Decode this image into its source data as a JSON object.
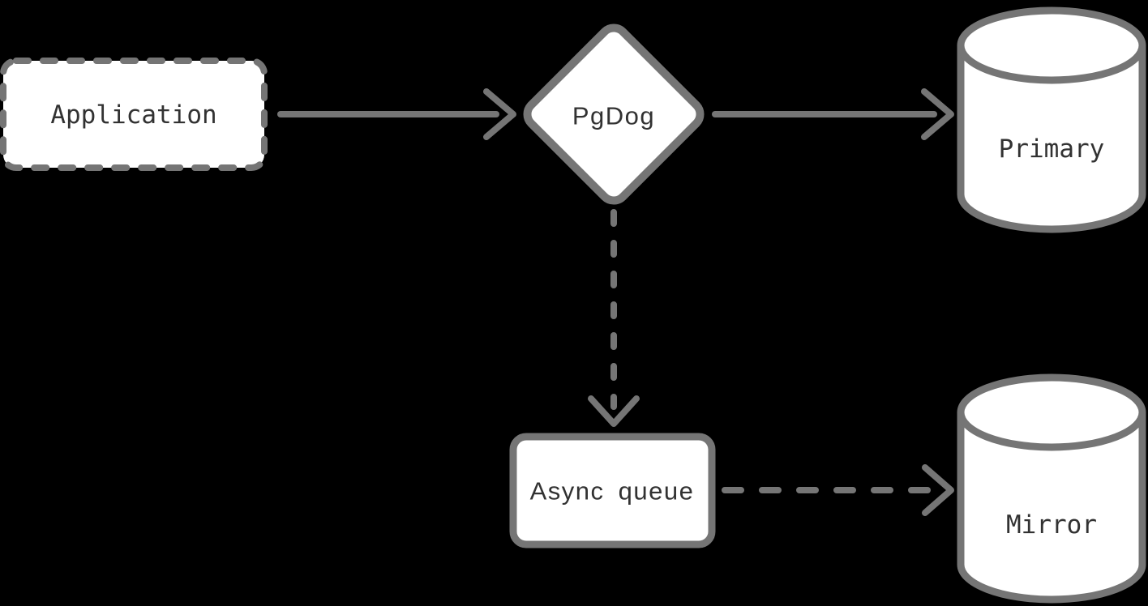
{
  "diagram": {
    "colors": {
      "background": "#000000",
      "nodeFill": "#ffffff",
      "stroke": "#757575",
      "text": "#323232"
    },
    "nodes": {
      "application": {
        "label": "Application",
        "shape": "dashed-rectangle"
      },
      "pgdog": {
        "label": "PgDog",
        "shape": "diamond"
      },
      "primary": {
        "label": "Primary",
        "shape": "database-cylinder"
      },
      "async_queue": {
        "label": "Async queue",
        "shape": "rectangle"
      },
      "mirror": {
        "label": "Mirror",
        "shape": "database-cylinder"
      }
    },
    "edges": [
      {
        "from": "application",
        "to": "pgdog",
        "style": "solid",
        "direction": "right"
      },
      {
        "from": "pgdog",
        "to": "primary",
        "style": "solid",
        "direction": "right"
      },
      {
        "from": "pgdog",
        "to": "async_queue",
        "style": "dashed",
        "direction": "down"
      },
      {
        "from": "async_queue",
        "to": "mirror",
        "style": "dashed",
        "direction": "right"
      }
    ]
  }
}
